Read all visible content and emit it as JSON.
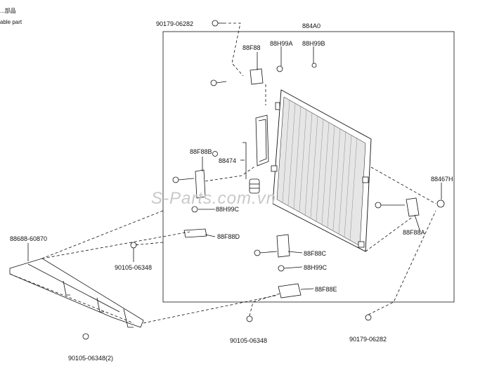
{
  "legend": {
    "title_cjk": "...部品",
    "subtitle": "able part"
  },
  "watermark": "S-Parts.com.vn",
  "labels": {
    "top_left_bolt": "90179-06282",
    "assembly": "884A0",
    "bracket_upper": "88F88",
    "grommet_a": "88H99A",
    "grommet_b": "88H99B",
    "bracket_left": "88F88B",
    "receiver": "88474",
    "right_part": "88467H",
    "grommet_c_left": "88H99C",
    "bracket_d": "88F88D",
    "bracket_a": "88F88A",
    "bracket_c": "88F88C",
    "grommet_c_mid": "88H99C",
    "bracket_e": "88F88E",
    "support": "88688-60870",
    "bolt_left": "90105-06348",
    "bolt_bottom_mid": "90105-06348",
    "bolt_bottom_right": "90179-06282",
    "bolt_bottom_left": "90105-06348(2)"
  }
}
